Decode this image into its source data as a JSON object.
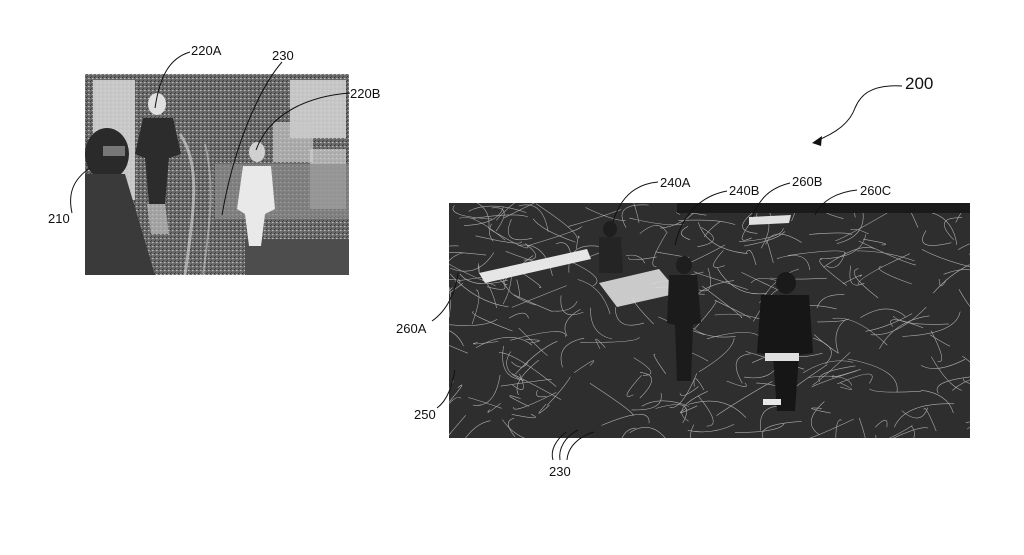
{
  "figure": {
    "reference_numerals": {
      "figure_number": "200",
      "left_headset_user": "210",
      "left_person_a": "220A",
      "left_person_b": "220B",
      "left_mesh": "230",
      "right_person_a": "240A",
      "right_person_b": "240B",
      "right_plane_a": "260A",
      "right_plane_b": "260B",
      "right_plane_c": "260C",
      "right_mesh_area": "250",
      "right_mesh_bottom": "230"
    }
  }
}
